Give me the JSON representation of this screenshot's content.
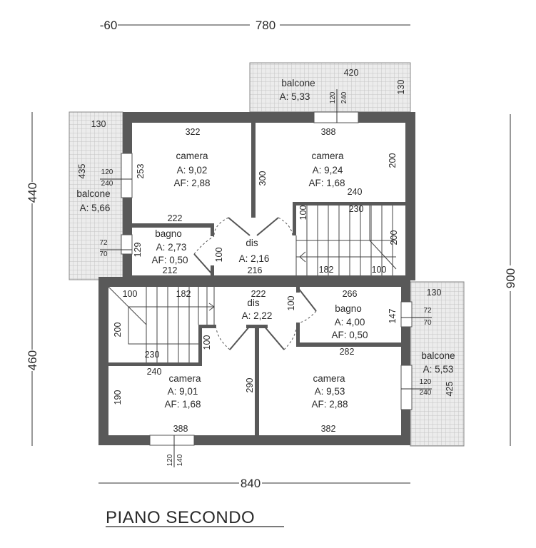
{
  "title": "PIANO SECONDO",
  "overall_dims": {
    "top_offset": "-60",
    "top": "780",
    "left_upper": "440",
    "left_lower": "460",
    "right": "900",
    "bottom": "840"
  },
  "balcony_top": {
    "name": "balcone",
    "area": "A: 5,33",
    "width": "420",
    "depth": "130",
    "win_w": "120",
    "win_h": "240"
  },
  "balcony_left": {
    "name": "balcone",
    "area": "A: 5,66",
    "width": "130",
    "length": "435",
    "win1_w": "120",
    "win1_h": "240",
    "win2_w": "72",
    "win2_h": "70"
  },
  "balcony_right": {
    "name": "balcone",
    "area": "A: 5,53",
    "width": "130",
    "length": "425",
    "win1_w": "72",
    "win1_h": "70",
    "win2_w": "120",
    "win2_h": "240"
  },
  "upper": {
    "camera_left": {
      "name": "camera",
      "area": "A: 9,02",
      "af": "AF: 2,88",
      "w": "322",
      "h": "253"
    },
    "wall_len": "300",
    "camera_right": {
      "name": "camera",
      "area": "A: 9,24",
      "af": "AF: 1,68",
      "w": "388",
      "h": "200",
      "w2": "240"
    },
    "stairs": {
      "w": "230",
      "d1": "100",
      "h": "200",
      "run": "182",
      "land": "100"
    },
    "bagno": {
      "name": "bagno",
      "area": "A: 2,73",
      "af": "AF: 0,50",
      "w_top": "222",
      "w_bot": "212",
      "h": "129",
      "door": "100"
    },
    "dis": {
      "name": "dis",
      "area": "A: 2,16",
      "w": "216"
    }
  },
  "lower": {
    "stairs": {
      "land": "100",
      "run": "182",
      "h": "200",
      "w": "230",
      "d1": "100"
    },
    "dis": {
      "name": "dis",
      "area": "A: 2,22",
      "w": "222",
      "door": "100"
    },
    "bagno": {
      "name": "bagno",
      "area": "A: 4,00",
      "af": "AF: 0,50",
      "w_top": "266",
      "w_bot": "282",
      "h": "147"
    },
    "camera_left": {
      "name": "camera",
      "area": "A: 9,01",
      "af": "AF: 1,68",
      "w_top": "240",
      "h": "190",
      "w": "388",
      "wall_len": "290",
      "win_w": "120",
      "win_h": "140"
    },
    "camera_right": {
      "name": "camera",
      "area": "A: 9,53",
      "af": "AF: 2,88",
      "w": "382"
    }
  },
  "colors": {
    "wall": "#595959",
    "hatch": "#cfcfcf",
    "hatch_bg": "#ececec"
  }
}
